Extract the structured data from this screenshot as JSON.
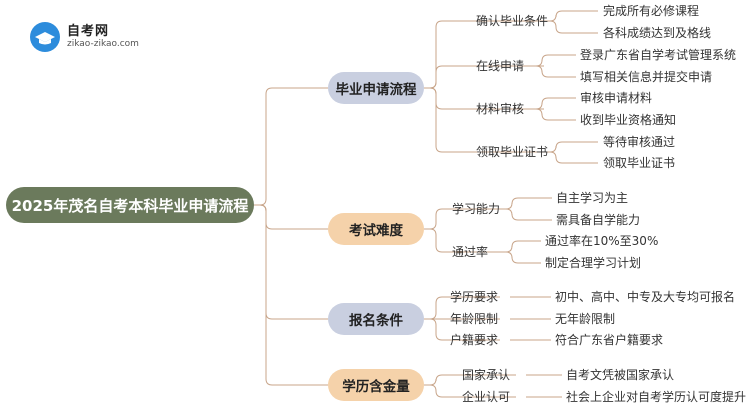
{
  "logo": {
    "title": "自考网",
    "subtitle": "zikao-zikao.com",
    "icon": "graduation-cap-icon"
  },
  "root": "2025年茂名自考本科毕业申请流程",
  "colors": {
    "root": "#6b7a5c",
    "branch_blue": "#c9cfe0",
    "branch_orange": "#f5d2aa",
    "line": "#c8a58a"
  },
  "branches": [
    {
      "label": "毕业申请流程",
      "children": [
        {
          "label": "确认毕业条件",
          "children": [
            "完成所有必修课程",
            "各科成绩达到及格线"
          ]
        },
        {
          "label": "在线申请",
          "children": [
            "登录广东省自学考试管理系统",
            "填写相关信息并提交申请"
          ]
        },
        {
          "label": "材料审核",
          "children": [
            "审核申请材料",
            "收到毕业资格通知"
          ]
        },
        {
          "label": "领取毕业证书",
          "children": [
            "等待审核通过",
            "领取毕业证书"
          ]
        }
      ]
    },
    {
      "label": "考试难度",
      "children": [
        {
          "label": "学习能力",
          "children": [
            "自主学习为主",
            "需具备自学能力"
          ]
        },
        {
          "label": "通过率",
          "children": [
            "通过率在10%至30%",
            "制定合理学习计划"
          ]
        }
      ]
    },
    {
      "label": "报名条件",
      "children": [
        {
          "label": "学历要求",
          "children": [
            "初中、高中、中专及大专均可报名"
          ]
        },
        {
          "label": "年龄限制",
          "children": [
            "无年龄限制"
          ]
        },
        {
          "label": "户籍要求",
          "children": [
            "符合广东省户籍要求"
          ]
        }
      ]
    },
    {
      "label": "学历含金量",
      "children": [
        {
          "label": "国家承认",
          "children": [
            "自考文凭被国家承认"
          ]
        },
        {
          "label": "企业认可",
          "children": [
            "社会上企业对自考学历认可度提升"
          ]
        }
      ]
    }
  ]
}
